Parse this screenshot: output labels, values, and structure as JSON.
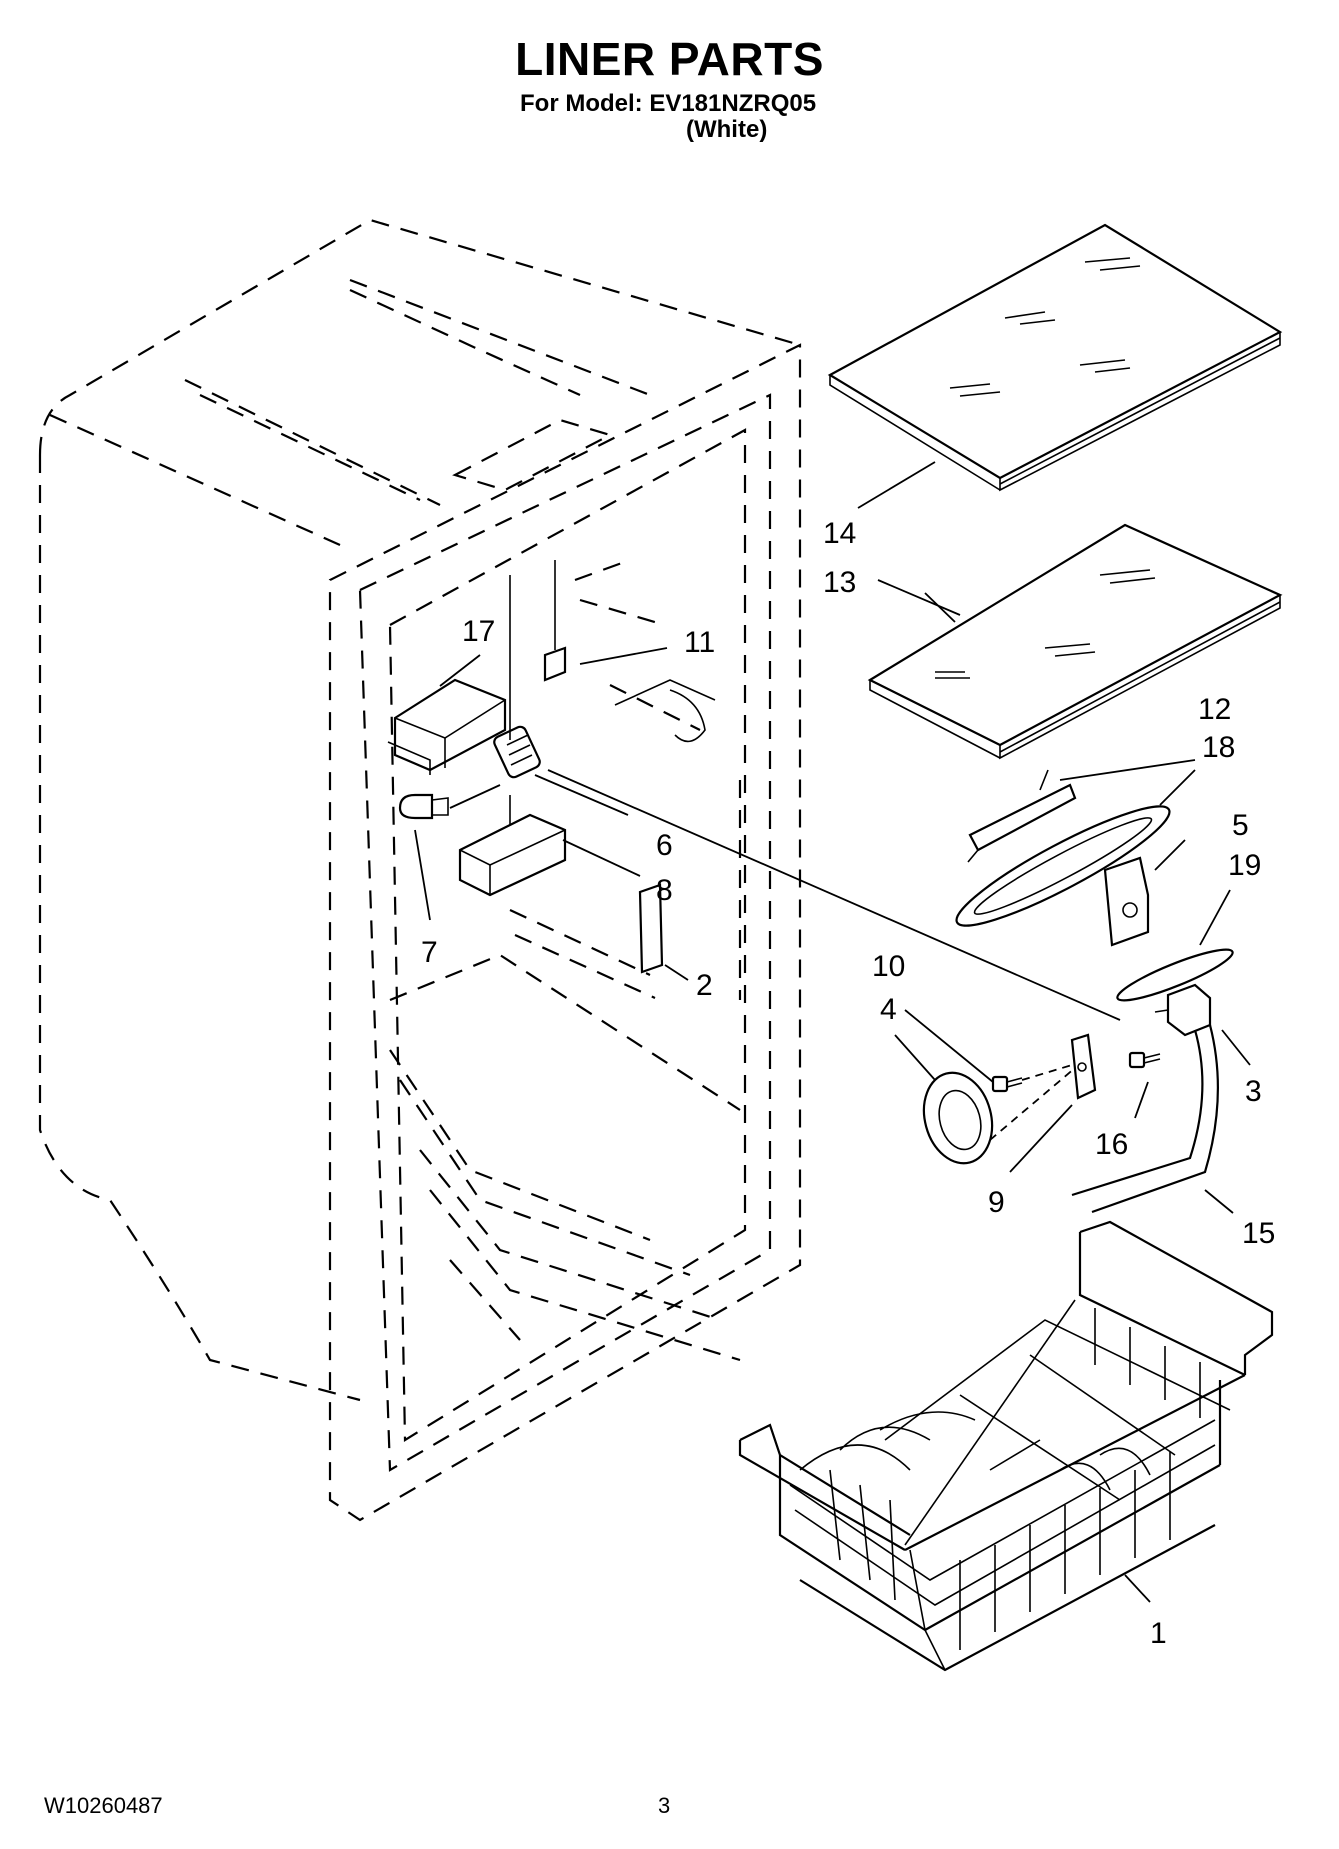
{
  "header": {
    "title": "LINER PARTS",
    "model": "For Model: EV181NZRQ05",
    "color": "(White)"
  },
  "footer": {
    "doc_code": "W10260487",
    "page": "3"
  },
  "callouts": {
    "c1": "1",
    "c2": "2",
    "c3": "3",
    "c4": "4",
    "c5": "5",
    "c6": "6",
    "c7": "7",
    "c8": "8",
    "c9": "9",
    "c10": "10",
    "c11": "11",
    "c12": "12",
    "c13": "13",
    "c14": "14",
    "c15": "15",
    "c16": "16",
    "c17": "17",
    "c18": "18",
    "c19": "19"
  }
}
